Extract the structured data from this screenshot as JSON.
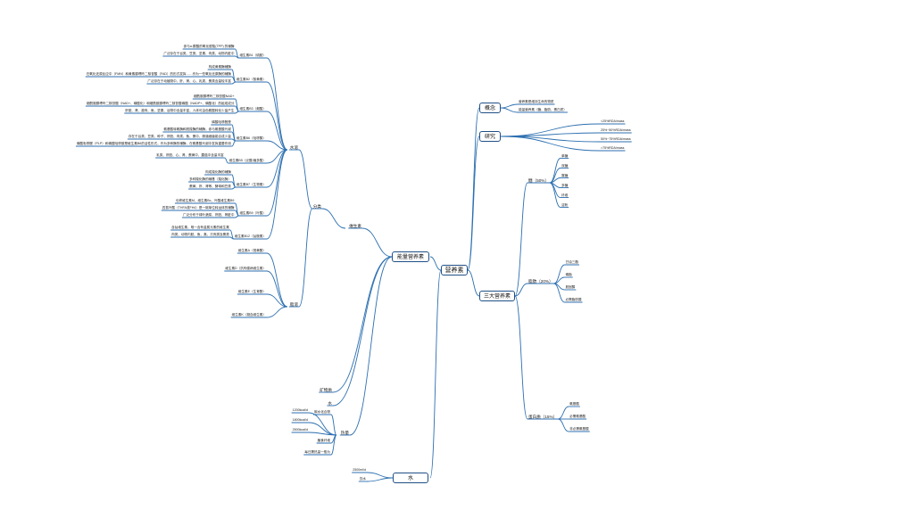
{
  "root": "营养素",
  "energy": {
    "label": "能量营养素",
    "children": [
      {
        "label": "维生素",
        "children": [
          {
            "label": "分类",
            "children": [
              {
                "label": "水溶",
                "children": [
                  {
                    "label": "维生素B1（硫胺）",
                    "children": [
                      "参与α-酮酸的氧化脱羧(TPP) 的辅酶",
                      "广泛存在于谷类、豆类、坚果、肉类、动物内脏中"
                    ]
                  },
                  {
                    "label": "维生素B2（核黄素）",
                    "children": [
                      "构成黄素酶辅酶",
                      "在氧化还原反应中（FMN）和黄素腺嘌呤二核苷酸（FAD）的形式发挥……作为一些氧化还原酶的辅酶",
                      "广泛存在于动植物中，肝、肾、心、乳类、蛋类含量较丰富"
                    ]
                  },
                  {
                    "label": "维生素B3（烟酸）",
                    "children": [
                      "烟酰胺腺嘌呤二核苷酸NAD+",
                      "烟酰胺腺嘌呤二核苷酸（NAD+、磷酸化）和烟酰胺腺嘌呤二核苷酸磷酸（NADP+、磷酸化）的组成成分",
                      "肝脏、肾、瘦肉、鱼、坚果、谷物中含量丰富，人体可由色氨酸转化少量产生"
                    ]
                  },
                  {
                    "label": "维生素B6（吡哆醇）",
                    "children": [
                      "磷酸吡哆醛是",
                      "氨基酸转氨酶和脱羧酶的辅酶，参与氨基酸代谢",
                      "存在于谷类、豆类、种子、肝脏、肉类、鱼、蛋中，肠道细菌能合成少量",
                      "磷酸吡哆醛（PLP）和磷酸吡哆胺是维生素B6的活性形式，作为多种酶的辅酶，在氨基酸代谢中发挥重要作用"
                    ]
                  },
                  {
                    "label": "维生素B5（泛酸/遍多酸）",
                    "children": [
                      "乳类、肝脏、心、肾、蛋黄中，蘑菇中含量丰富"
                    ]
                  },
                  {
                    "label": "维生素B7（生物素）",
                    "children": [
                      "构成羧化酶的辅酶",
                      "多种羧化酶的辅基（羧化酶）",
                      "蛋黄、肝、肾等、酵母和豆类"
                    ]
                  },
                  {
                    "label": "维生素B9（叶酸）",
                    "children": [
                      "也称维生素M、维生素Bc、叶酸维生素B9",
                      "四氢叶酸（THFA或FH4）是一碳单位转运体的辅酶",
                      "广泛分布于绿叶蔬菜、肝脏、肾脏中"
                    ]
                  },
                  {
                    "label": "维生素B12（钴胺素）",
                    "children": [
                      "含钴维生素，唯一含有金属元素的维生素",
                      "肉类、动物内脏、鱼、禽、贝壳类及蛋类"
                    ]
                  }
                ]
              },
              {
                "label": "脂溶",
                "children": [
                  {
                    "label": "维生素A（视黄醇）",
                    "children": []
                  },
                  {
                    "label": "维生素D（抗佝偻病维生素）",
                    "children": []
                  },
                  {
                    "label": "维生素E（生育酚）",
                    "children": []
                  },
                  {
                    "label": "维生素K（凝血维生素）",
                    "children": []
                  }
                ]
              }
            ]
          }
        ]
      },
      {
        "label": "矿物质",
        "children": []
      },
      {
        "label": "水",
        "children": []
      }
    ]
  },
  "water": {
    "label": "水",
    "children": [
      "2500ml/d",
      "饮水"
    ]
  },
  "notes": {
    "hub": "热量",
    "row_a": "碳水化合物",
    "row_b": "膳食纤维",
    "row_c": "每日需热量一般为",
    "values": [
      "1200kcal/d",
      "1800kcal/d",
      "2500kcal/d"
    ]
  },
  "macro": {
    "label": "三大营养素",
    "children": [
      {
        "label": "糖（50%）",
        "children": [
          "单糖",
          "双糖",
          "寡糖",
          "多糖",
          "纤维",
          "淀粉"
        ]
      },
      {
        "label": "脂肪（20%）",
        "children": [
          "甘油三酯",
          "磷脂",
          "胆固醇",
          "必需脂肪酸"
        ]
      },
      {
        "label": "蛋白质（15%）",
        "children": [
          "氨基酸",
          "必需氨基酸",
          "非必需氨基酸"
        ]
      }
    ]
  },
  "study": {
    "label": "研究",
    "children": [
      "<25%RDA/mass",
      "25%~50%RDA/mass",
      "50%~75%RDA/mass",
      ">75%RDA/mass"
    ]
  },
  "concept": {
    "label": "概念",
    "children": [
      "营养素是维持生命的物质",
      "能量营养素（糖、脂肪、蛋白质）"
    ]
  }
}
